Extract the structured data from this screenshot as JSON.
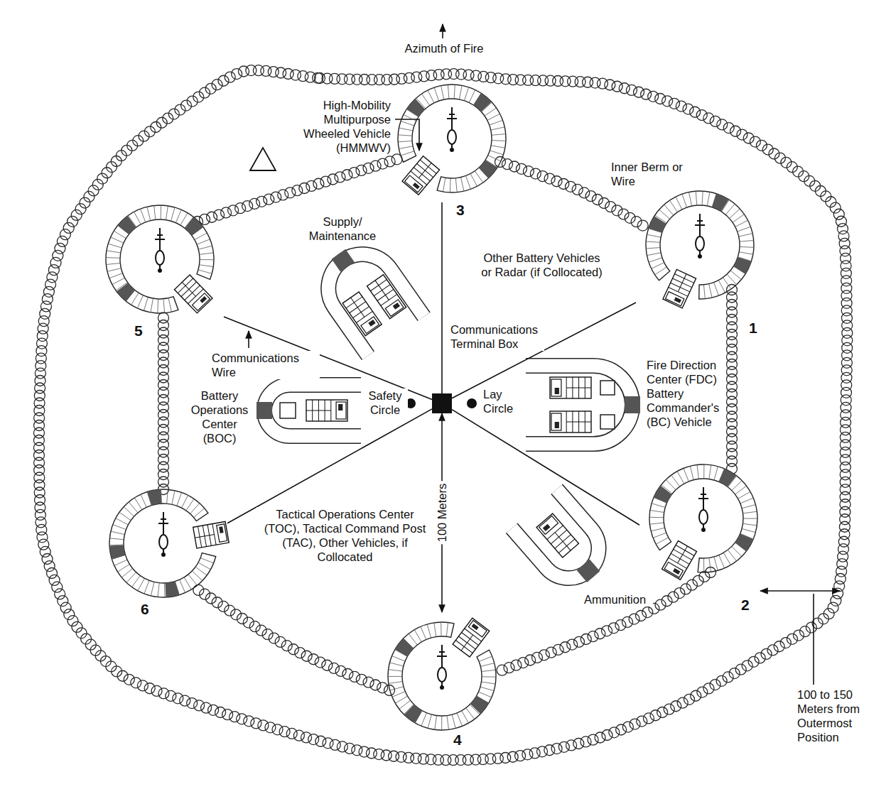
{
  "diagram": {
    "nodes": [
      {
        "text": [
          "3"
        ]
      },
      {
        "text": [
          "5"
        ]
      },
      {
        "text": [
          "1"
        ]
      },
      {
        "text": [
          "Communications Terminal Box"
        ]
      },
      {
        "text": [
          "6"
        ]
      },
      {
        "text": [
          "2"
        ]
      },
      {
        "text": [
          "4"
        ]
      }
    ],
    "edges": [
      {
        "from": 3,
        "to": 0,
        "arrow": "none"
      },
      {
        "from": 3,
        "to": 1,
        "arrow": "none"
      },
      {
        "from": 3,
        "to": 2,
        "arrow": "none"
      },
      {
        "from": 3,
        "to": 4,
        "arrow": "none"
      },
      {
        "from": 3,
        "to": 5,
        "arrow": "none"
      },
      {
        "from": 3,
        "to": 6,
        "label": "100 Meters",
        "arrow": "both"
      }
    ],
    "labels": [
      "Azimuth of Fire",
      "High-Mobility Multipurpose Wheeled Vehicle (HMMWV)",
      "Inner Berm or Wire",
      "Supply/ Maintenance",
      "Other Battery Vehicles or Radar (if Collocated)",
      "Communications Wire",
      "Battery Operations Center (BOC)",
      "Safety Circle",
      "Lay Circle",
      "Fire Direction Center (FDC) Battery Commander's (BC) Vehicle",
      "Tactical Operations Center (TOC), Tactical Command Post (TAC), Other Vehicles, if Collocated",
      "Ammunition",
      "100 to 150 Meters from Outermost Position"
    ]
  }
}
